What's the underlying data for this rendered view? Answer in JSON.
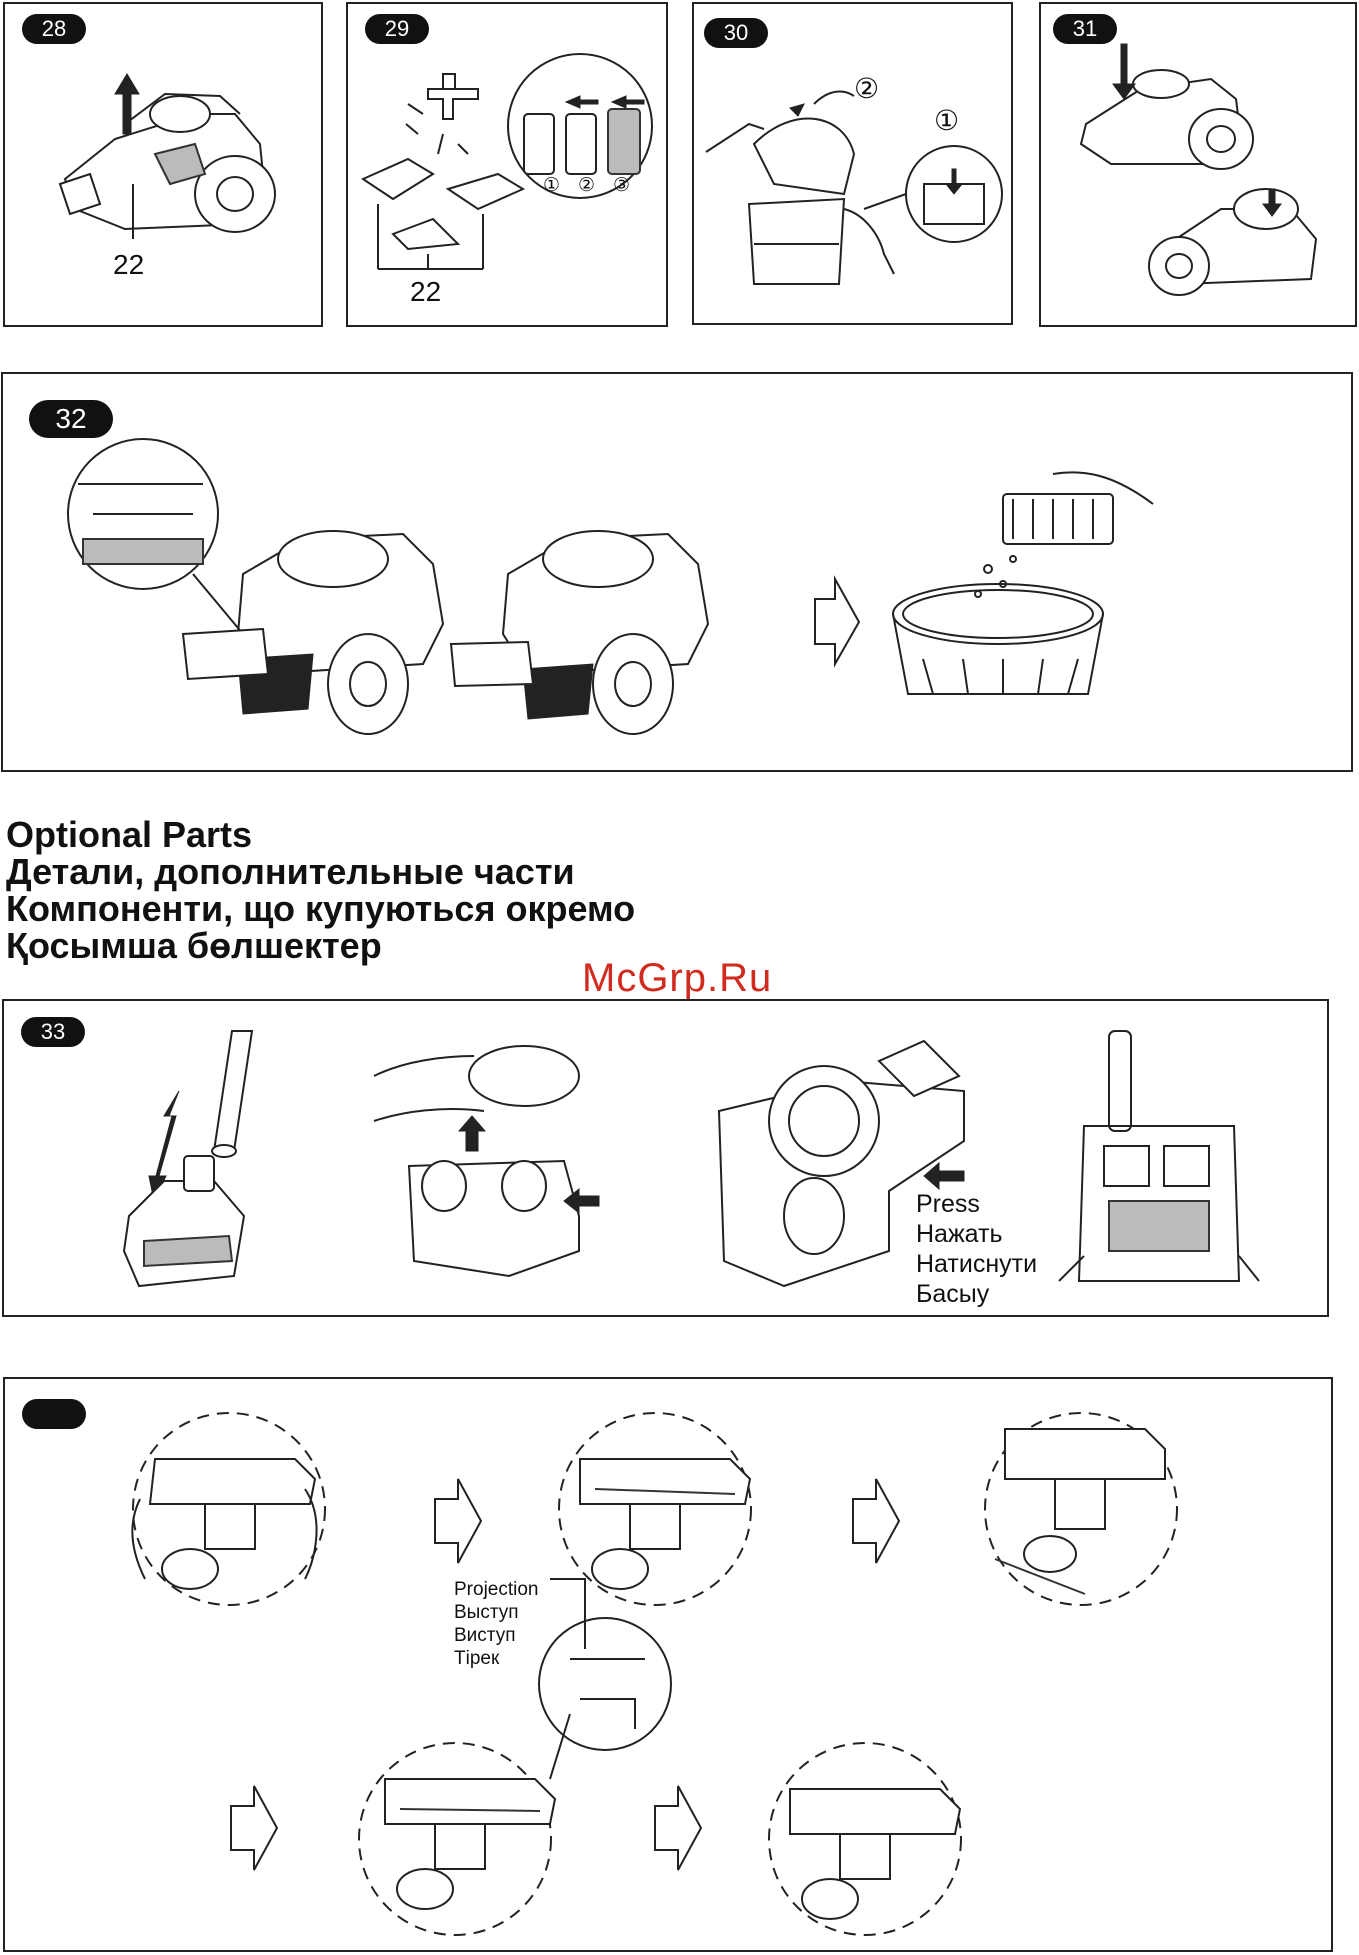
{
  "steps": {
    "s28": {
      "number": "28",
      "part_label": "22"
    },
    "s29": {
      "number": "29",
      "part_label": "22",
      "markers": [
        "①",
        "②",
        "③"
      ]
    },
    "s30": {
      "number": "30",
      "markers": [
        "②",
        "①"
      ]
    },
    "s31": {
      "number": "31"
    },
    "s32": {
      "number": "32"
    },
    "s33": {
      "number": "33",
      "press_labels": [
        "Press",
        "Нажать",
        "Натиснути",
        "Басыу"
      ]
    },
    "s34": {
      "number": "",
      "projection_labels": [
        "Projection",
        "Выступ",
        "Виступ",
        "Тірек"
      ]
    }
  },
  "section": {
    "title_lines": [
      "Optional Parts",
      "Детали, дополнительные части",
      "Компоненти, що купуються окремо",
      "Қосымша бөлшектер"
    ]
  },
  "watermark": "McGrp.Ru",
  "icons": [
    "vacuum-cleaner",
    "filter",
    "water-tap",
    "hand",
    "arrow-up",
    "arrow-down",
    "arrow-left",
    "arrow-right-outline",
    "waste-bin",
    "turbo-brush",
    "screwdriver",
    "brush-head"
  ]
}
